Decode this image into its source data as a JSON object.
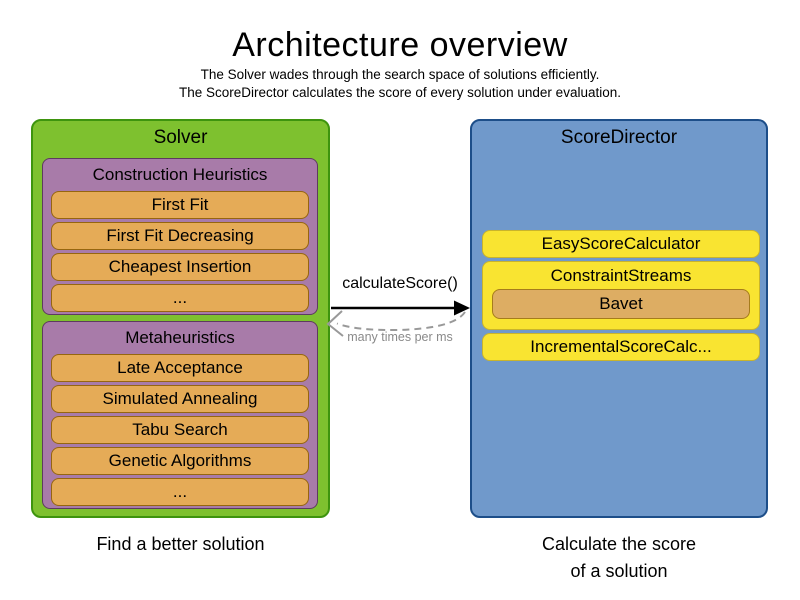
{
  "title": "Architecture overview",
  "subtitle_line1": "The Solver wades through the search space of solutions efficiently.",
  "subtitle_line2": "The ScoreDirector calculates the score of every solution under evaluation.",
  "solver": {
    "label": "Solver",
    "caption": "Find a better solution",
    "groups": [
      {
        "label": "Construction Heuristics",
        "items": [
          "First Fit",
          "First Fit Decreasing",
          "Cheapest Insertion",
          "..."
        ]
      },
      {
        "label": "Metaheuristics",
        "items": [
          "Late Acceptance",
          "Simulated Annealing",
          "Tabu Search",
          "Genetic Algorithms",
          "..."
        ]
      }
    ]
  },
  "score_director": {
    "label": "ScoreDirector",
    "caption_line1": "Calculate the score",
    "caption_line2": "of a solution",
    "calculators": [
      {
        "label": "EasyScoreCalculator"
      },
      {
        "label": "ConstraintStreams",
        "child": "Bavet"
      },
      {
        "label": "IncrementalScoreCalc..."
      }
    ]
  },
  "arrow": {
    "label": "calculateScore()",
    "sublabel": "many times per ms"
  },
  "colors": {
    "solver_fill": "#7ec12f",
    "solver_border": "#3e940e",
    "phase_fill": "#a87ba9",
    "phase_border": "#5e3a60",
    "algorithm_fill": "#e5ab57",
    "algorithm_border": "#96660f",
    "score_director_fill": "#7099cb",
    "score_director_border": "#1d4e89",
    "calculator_fill": "#f9e431",
    "calculator_border": "#c9b42b",
    "bavet_fill": "#ddad63",
    "bavet_border": "#a67c1b",
    "solid_arrow": "#000000",
    "dashed_arrow": "#999999"
  }
}
